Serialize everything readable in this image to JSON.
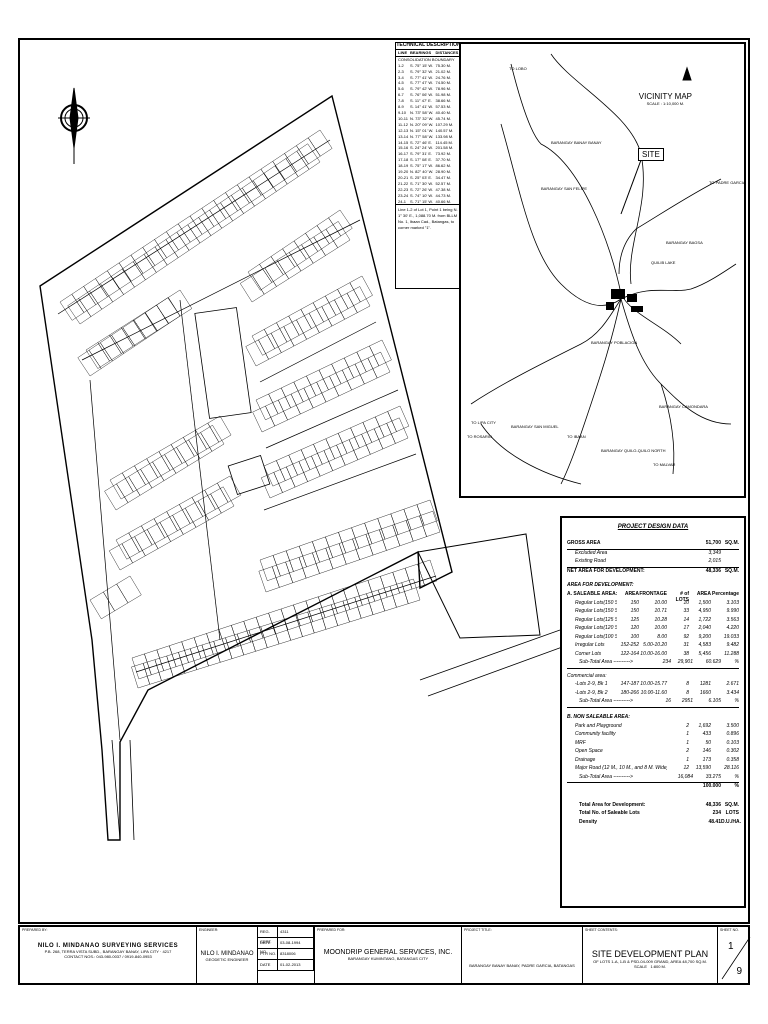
{
  "technical_description": {
    "title": "TECHNICAL DESCRIPTION",
    "col_line": "LINE",
    "col_bearing": "BEARINGS",
    "col_distance": "DISTANCES",
    "subheader": "CONSOLIDATION BOUNDARY",
    "rows": [
      [
        "1-2",
        "S. 75° 15' W.",
        "75.30 M."
      ],
      [
        "2-3",
        "S. 79° 32' W.",
        "21.02 M."
      ],
      [
        "3-4",
        "S. 77° 41' W.",
        "24.76 M."
      ],
      [
        "4-5",
        "S. 77° 47' W.",
        "74.50 M."
      ],
      [
        "5-6",
        "S. 79° 42' W.",
        "78.96 M."
      ],
      [
        "6-7",
        "S. 76° 06' W.",
        "51.98 M."
      ],
      [
        "7-8",
        "S. 11° 47' E.",
        "38.66 M."
      ],
      [
        "8-9",
        "S. 14° 41' W.",
        "57.53 M."
      ],
      [
        "9-10",
        "N. 73° 58' W.",
        "40.40 M."
      ],
      [
        "10-11",
        "N. 73° 32' W.",
        "45.74 M."
      ],
      [
        "11-12",
        "N. 20° 09' W.",
        "107.29 M."
      ],
      [
        "12-13",
        "N. 15° 01' W.",
        "140.57 M."
      ],
      [
        "13-14",
        "N. 77° 58' W.",
        "133.98 M."
      ],
      [
        "14-15",
        "S. 72° 46' E.",
        "114.45 M."
      ],
      [
        "15-16",
        "S. 24° 24' W.",
        "201.58 M."
      ],
      [
        "16-17",
        "S. 79° 31' E.",
        "73.92 M."
      ],
      [
        "17-18",
        "S. 17° 08' E.",
        "37.70 M."
      ],
      [
        "18-19",
        "S. 75° 17' W.",
        "86.62 M."
      ],
      [
        "19-20",
        "N. 82° 40' W.",
        "28.90 M."
      ],
      [
        "20-21",
        "S. 25° 03' E.",
        "34.47 M."
      ],
      [
        "21-22",
        "S. 71° 30' W.",
        "52.57 M."
      ],
      [
        "22-23",
        "S. 72° 26' W.",
        "47.38 M."
      ],
      [
        "23-24",
        "S. 74° 10' W.",
        "44.73 M."
      ],
      [
        "24-1",
        "S. 71° 15' W.",
        "40.66 M."
      ]
    ],
    "note": "Line 1-2 of Lot 1, Point 1 being N. 1° 30' E., 1,088.70 M. from BLLM No. 1, Ibaan Cad., Batangas, to corner marked \"1\"."
  },
  "vicinity": {
    "title": "VICINITY MAP",
    "scale": "SCALE : 1:10,000 M.",
    "site": "SITE",
    "labels": {
      "a": "TO LOBO",
      "b": "BARANGAY BANAY BANAY",
      "c": "TO PADRE GARCIA",
      "d": "BARANGAY SAN FELIPE",
      "e": "BARANGAY BAGSA",
      "f": "BARANGAY POBLACION",
      "g": "BARANGAY SAN MIGUEL",
      "h": "BARANGAY CAMONDARA",
      "i": "TO LIPA CITY",
      "j": "BARANGAY QUILO-QUILO NORTH",
      "k": "TO ROSARIO",
      "l": "TO IBAAN",
      "m": "TO MALVAR",
      "n": "QUILIB LAKE"
    }
  },
  "design": {
    "title": "PROJECT DESIGN DATA",
    "gross_label": "GROSS AREA",
    "gross_value": "51,700",
    "gross_unit": "SQ.M.",
    "excluded_label": "Excluded Area",
    "excluded_value": "3,349",
    "road_label": "Existing Road",
    "road_value": "2,015",
    "net_label": "NET AREA FOR DEVELOPMENT:",
    "net_value": "48,336",
    "net_unit": "SQ.M.",
    "dev_label": "AREA FOR DEVELOPMENT:",
    "saleable_label": "A.  SALEABLE AREA:",
    "h_area": "AREA",
    "h_frontage": "FRONTAGE",
    "h_lots": "# of LOTS",
    "h_area2": "AREA",
    "h_pct": "Percentage",
    "saleable_rows": [
      [
        "Regular Lots(150 SQ.M.)",
        "150",
        "10.00",
        "10",
        "1,500",
        "3.103"
      ],
      [
        "Regular Lots(150 SQ.M.)",
        "150",
        "10.71",
        "33",
        "4,950",
        "9.990"
      ],
      [
        "Regular Lots(125 SQ.M.)",
        "125",
        "10.28",
        "14",
        "1,722",
        "3.563"
      ],
      [
        "Regular Lots(120 SQ.M.)",
        "120",
        "10.00",
        "17",
        "2,040",
        "4.220"
      ],
      [
        "Regular Lots(100 SQ.M.)",
        "100",
        "8.00",
        "92",
        "9,200",
        "19.033"
      ],
      [
        "Irregular Lots",
        "152-252",
        "5.00-10.20",
        "31",
        "4,583",
        "9.482"
      ],
      [
        "Corner Lots",
        "122-164",
        "10.00-16.00",
        "38",
        "5,456",
        "11.288"
      ]
    ],
    "subtotal1": [
      "Sub-Total Area ---------->",
      "234",
      "29,901",
      "60.629",
      "%"
    ],
    "commercial_label": "Commercial area:",
    "commercial_rows": [
      [
        "-Lots 2-9, Bk 1",
        "147-187",
        "10.00-15.77",
        "8",
        "1281",
        "2.671"
      ],
      [
        "-Lots 2-9, Bk 2",
        "180-266",
        "10.00-11.60",
        "8",
        "1660",
        "3.434"
      ]
    ],
    "subtotal2": [
      "Sub-Total Area ---------->",
      "16",
      "2951",
      "6.105",
      "%"
    ],
    "nonsaleable_label": "B.   NON SALEABLE AREA:",
    "nonsaleable_rows": [
      [
        "Park and Playground",
        "2",
        "1,692",
        "3.500"
      ],
      [
        "Community facility",
        "1",
        "433",
        "0.896"
      ],
      [
        "MRF",
        "1",
        "50",
        "0.103"
      ],
      [
        "Open Space",
        "2",
        "146",
        "0.302"
      ],
      [
        "Drainage",
        "1",
        "173",
        "0.358"
      ],
      [
        "Major Road (12 M., 10 M., and 8 M. Wide)",
        "12",
        "13,590",
        "28.116"
      ]
    ],
    "subtotal3": [
      "Sub-Total Area ---------->",
      "16,084",
      "33.275",
      "%"
    ],
    "total_area_line": [
      "Sub-Total Area",
      "100.000",
      "%"
    ],
    "totals": [
      [
        "Total Area for Development:",
        "48,336",
        "SQ.M."
      ],
      [
        "Total No. of Saleable Lots",
        "234",
        "LOTS"
      ],
      [
        "Density",
        "48.41",
        "D.U./HA."
      ]
    ]
  },
  "titleblock": {
    "prepared_by_caption": "PREPARED BY:",
    "company": "NILO I. MINDANAO SURVEYING SERVICES",
    "company_addr": "P.B. 268, TERRA VISTA SUBD., BARANGAY BANAY, LIPA CITY · 4217",
    "company_contact": "CONTACT NOS.: 043-980-0037 / 0919-840-0953",
    "engineer_caption": "ENGINEER:",
    "engineer": "NILO I. MINDANAO",
    "engineer_title": "GEODETIC ENGINEER",
    "reg_rows": [
      [
        "REG. CERT. NO.",
        "4311"
      ],
      [
        "DATE",
        "03-08-1994"
      ],
      [
        "PTR NO.",
        "8318006"
      ],
      [
        "DATE",
        "01-02-2013"
      ]
    ],
    "prepared_for_caption": "PREPARED FOR:",
    "client": "MOONDRIP GENERAL SERVICES, INC.",
    "client_addr": "BARANGAY KUMINTANG, BATANGAS CITY",
    "project_caption": "PROJECT TITLE:",
    "project_title": "BARANGAY BANAY BANAY, PADRE GARCIA, BATANGAS",
    "sheet_caption": "SHEET CONTENTS:",
    "sheet_title": "SITE DEVELOPMENT PLAN",
    "sheet_sub": "OF LOTS 1-A, 1-B & PSD-04-009 GRAND, AREA 48,700 SQ.M.",
    "scale_label": "SCALE",
    "scale_value": "1:800 M.",
    "sheetno_caption": "SHEET NO.",
    "sheet_no": "1",
    "sheet_total": "9"
  }
}
